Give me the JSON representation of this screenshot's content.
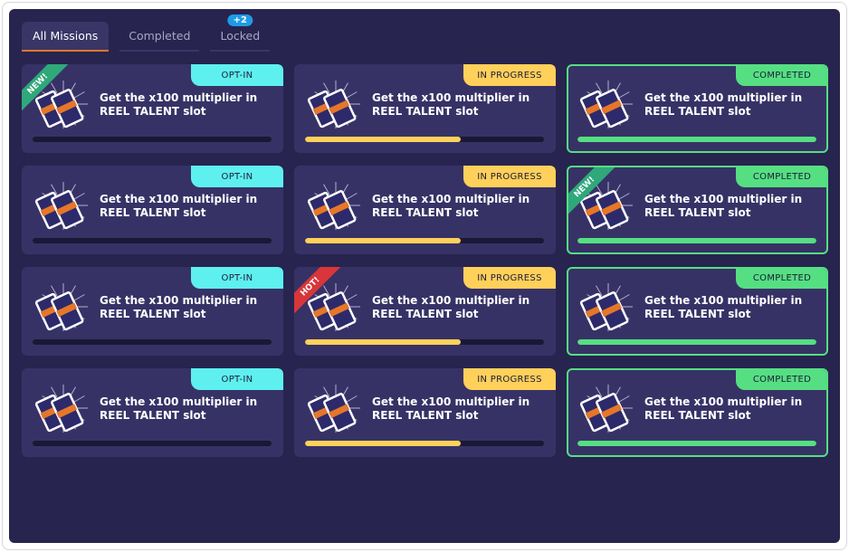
{
  "tabs": [
    {
      "label": "All Missions",
      "active": true
    },
    {
      "label": "Completed"
    },
    {
      "label": "Locked",
      "badge": "+2"
    }
  ],
  "colors": {
    "optin": "#5ef0ef",
    "progress": "#ffd05a",
    "completed": "#55df82",
    "new": "#2fa87a",
    "hot": "#d8363a"
  },
  "cards": [
    {
      "status": "OPT-IN",
      "type": "optin",
      "title": "Get the x100 multiplier in REEL TALENT slot",
      "progress": 0,
      "ribbon": "NEW!"
    },
    {
      "status": "IN PROGRESS",
      "type": "progress",
      "title": "Get the x100 multiplier in REEL TALENT slot",
      "progress": 65
    },
    {
      "status": "COMPLETED",
      "type": "completed",
      "title": "Get the x100 multiplier in REEL TALENT slot",
      "progress": 100
    },
    {
      "status": "OPT-IN",
      "type": "optin",
      "title": "Get the x100 multiplier in REEL TALENT slot",
      "progress": 0
    },
    {
      "status": "IN PROGRESS",
      "type": "progress",
      "title": "Get the x100 multiplier in REEL TALENT slot",
      "progress": 65
    },
    {
      "status": "COMPLETED",
      "type": "completed",
      "title": "Get the x100 multiplier in REEL TALENT slot",
      "progress": 100,
      "ribbon": "NEW!"
    },
    {
      "status": "OPT-IN",
      "type": "optin",
      "title": "Get the x100 multiplier in REEL TALENT slot",
      "progress": 0
    },
    {
      "status": "IN PROGRESS",
      "type": "progress",
      "title": "Get the x100 multiplier in REEL TALENT slot",
      "progress": 65,
      "ribbon": "HOT!"
    },
    {
      "status": "COMPLETED",
      "type": "completed",
      "title": "Get the x100 multiplier in REEL TALENT slot",
      "progress": 100
    },
    {
      "status": "OPT-IN",
      "type": "optin",
      "title": "Get the x100 multiplier in REEL TALENT slot",
      "progress": 0
    },
    {
      "status": "IN PROGRESS",
      "type": "progress",
      "title": "Get the x100 multiplier in REEL TALENT slot",
      "progress": 65
    },
    {
      "status": "COMPLETED",
      "type": "completed",
      "title": "Get the x100 multiplier in REEL TALENT slot",
      "progress": 100
    }
  ]
}
